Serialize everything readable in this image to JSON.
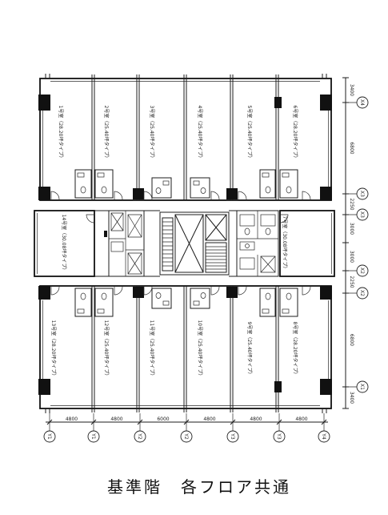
{
  "caption": "基準階　各フロア共通",
  "rooms": {
    "upper": [
      "1号室（28.20坪タイプ）",
      "2号室（25.40坪タイプ）",
      "3号室（25.40坪タイプ）",
      "4号室（25.40坪タイプ）",
      "5号室（25.40坪タイプ）",
      "6号室（28.20坪タイプ）"
    ],
    "middle_left": "14号室（30.08坪タイプ）",
    "middle_right": "7号室（30.08坪タイプ）",
    "lower": [
      "13号室（28.20坪タイプ）",
      "12号室（25.40坪タイプ）",
      "11号室（25.40坪タイプ）",
      "10号室（25.40坪タイプ）",
      "9号室（25.40坪タイプ）",
      "8号室（28.20坪タイプ）"
    ]
  },
  "dimensions": {
    "vertical": [
      "3400",
      "6800",
      "2250",
      "3000",
      "3000",
      "2250",
      "6800",
      "3400"
    ],
    "horizontal": [
      "4800",
      "4800",
      "6000",
      "4800",
      "4800",
      "4800"
    ]
  },
  "grid_labels": {
    "rows": [
      "X4",
      "X3",
      "X3",
      "X2",
      "X2",
      "X1"
    ],
    "columns": [
      "Y1",
      "Y1",
      "Y2",
      "Y2",
      "Y3",
      "Y3",
      "Y4"
    ]
  }
}
